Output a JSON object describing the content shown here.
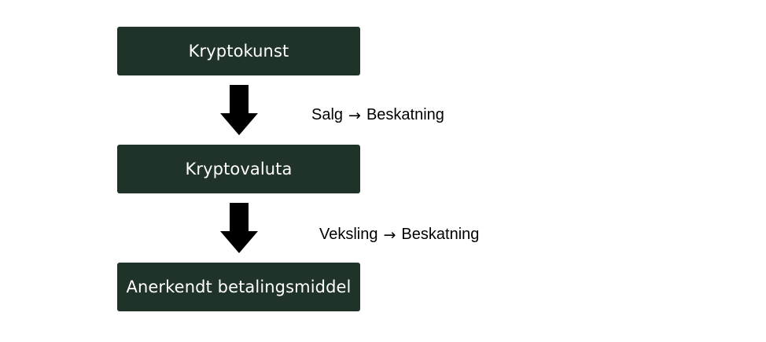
{
  "diagram": {
    "boxes": [
      {
        "label": "Kryptokunst"
      },
      {
        "label": "Kryptovaluta"
      },
      {
        "label": "Anerkendt betalingsmiddel"
      }
    ],
    "transitions": [
      {
        "action": "Salg",
        "arrow_symbol": "→",
        "result": "Beskatning"
      },
      {
        "action": "Veksling",
        "arrow_symbol": "→",
        "result": "Beskatning"
      }
    ],
    "colors": {
      "box_fill": "#1f3329",
      "box_text": "#ffffff",
      "arrow_fill": "#000000",
      "note_text": "#000000",
      "background": "#ffffff"
    },
    "icons": {
      "flow_arrow": "down-arrow-icon"
    }
  }
}
